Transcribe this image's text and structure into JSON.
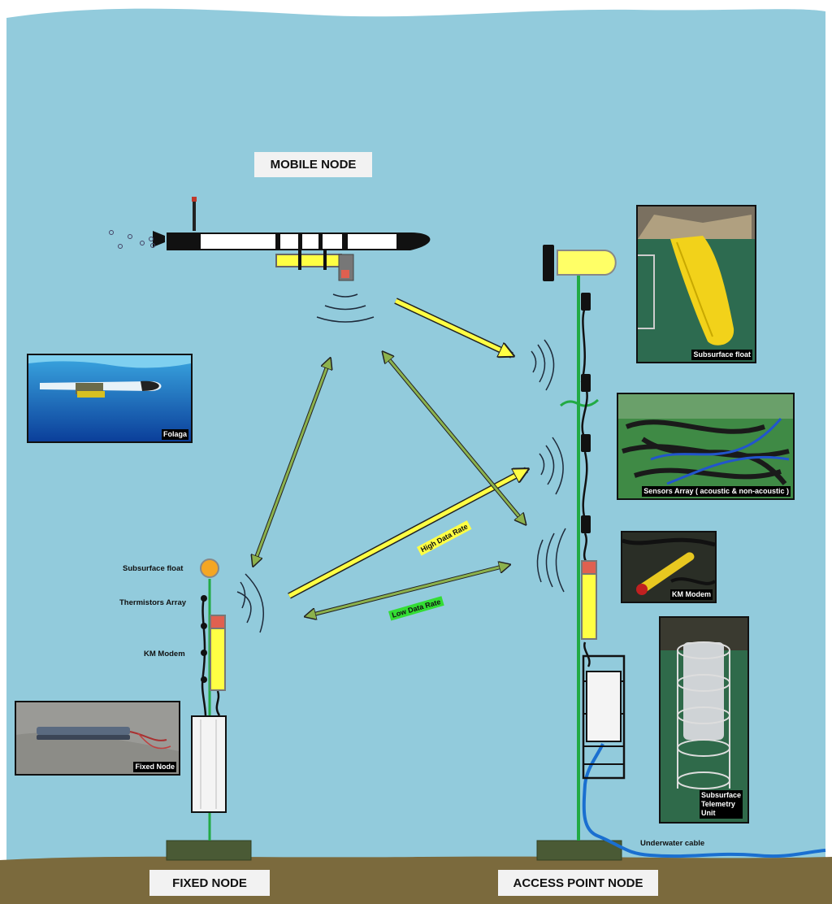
{
  "labels": {
    "mobile_node": "MOBILE NODE",
    "fixed_node": "FIXED NODE",
    "access_point_node": "ACCESS POINT NODE"
  },
  "callouts": {
    "subsurface_float": "Subsurface float",
    "thermistors_array": "Thermistors Array",
    "km_modem": "KM Modem",
    "underwater_cable": "Underwater cable"
  },
  "photos": {
    "folaga": "Folaga",
    "fixed_node": "Fixed Node",
    "subsurface_float": "Subsurface float",
    "sensors_array": "Sensors Array ( acoustic & non-acoustic )",
    "km_modem": "KM Modem",
    "telemetry_unit": "Subsurface\nTelemetry\nUnit"
  },
  "links": {
    "high_data_rate": "High Data Rate",
    "low_data_rate": "Low Data Rate"
  },
  "colors": {
    "water": "#92cbdc",
    "seabed": "#7b6a3d",
    "base": "#4a5a35",
    "mooring": "#22aa44",
    "cable": "#1a6fd0",
    "high_rate": "#ffff44",
    "low_rate": "#8cb24d",
    "high_tag": "#ffff44",
    "low_tag": "#33dd33"
  }
}
